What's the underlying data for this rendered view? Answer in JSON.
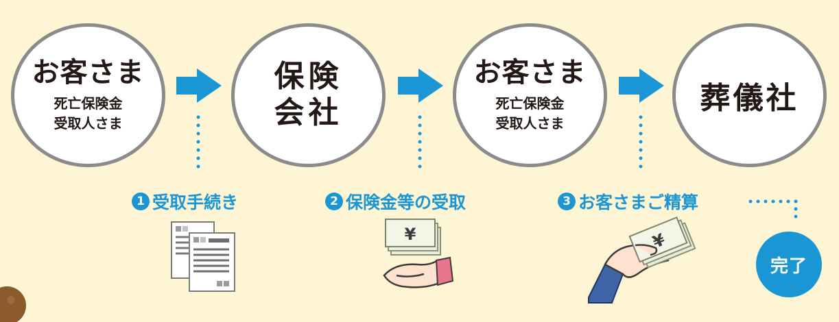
{
  "nodes": [
    {
      "title": "お客さま",
      "sub1": "死亡保険金",
      "sub2": "受取人さま"
    },
    {
      "line1": "保険",
      "line2": "会社"
    },
    {
      "title": "お客さま",
      "sub1": "死亡保険金",
      "sub2": "受取人さま"
    },
    {
      "title": "葬儀社"
    }
  ],
  "steps": [
    {
      "num": "1",
      "label": "受取手続き"
    },
    {
      "num": "2",
      "label": "保険金等の受取"
    },
    {
      "num": "3",
      "label": "お客さまご精算"
    }
  ],
  "done_label": "完了",
  "yen_symbol": "¥",
  "colors": {
    "background": "#fdf5d3",
    "accent": "#1a96d4",
    "circle_border": "#8b8b8b",
    "text": "#231815"
  }
}
